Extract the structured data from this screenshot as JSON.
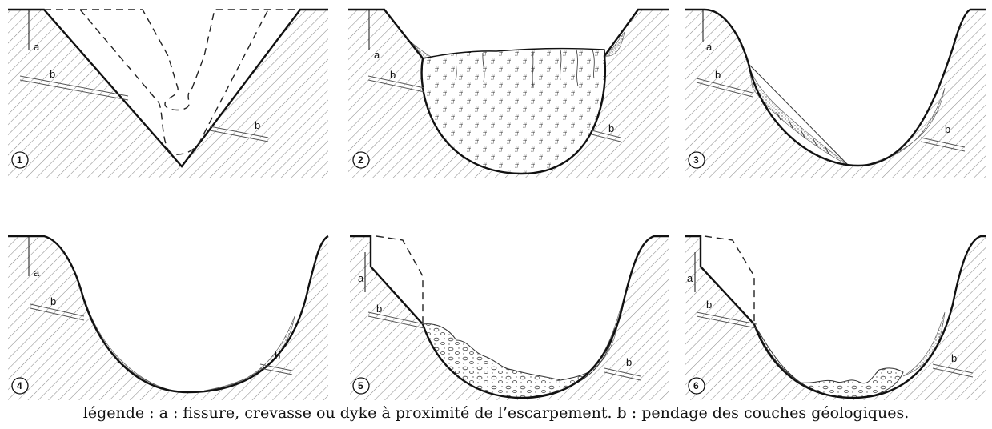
{
  "panels": [
    {
      "number": "1",
      "labels": [
        "a",
        "b",
        "b"
      ]
    },
    {
      "number": "2",
      "labels": [
        "a",
        "b",
        "b"
      ]
    },
    {
      "number": "3",
      "labels": [
        "a",
        "b",
        "b"
      ]
    },
    {
      "number": "4",
      "labels": [
        "a",
        "b",
        "b"
      ]
    },
    {
      "number": "5",
      "labels": [
        "a",
        "b",
        "b"
      ]
    },
    {
      "number": "6",
      "labels": [
        "a",
        "b",
        "b"
      ]
    }
  ],
  "caption": "légende : a : fissure, crevasse ou dyke à proximité de l’escarpement. b : pendage des couches géologiques."
}
